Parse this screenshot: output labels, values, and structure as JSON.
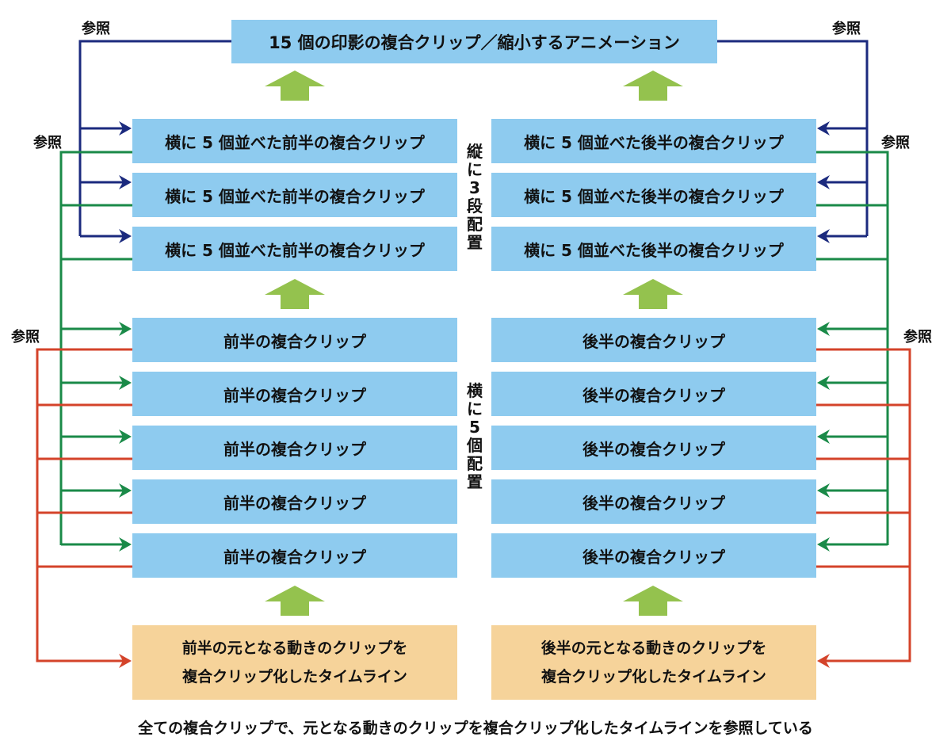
{
  "colors": {
    "box_blue": "#8ecbef",
    "box_tan": "#f6d39a",
    "up_arrow": "#94c24e",
    "line_navy": "#1b2a7e",
    "line_green": "#1a8a48",
    "line_red": "#d4432a"
  },
  "top_box": "15 個の印影の複合クリップ／縮小するアニメーション",
  "ref_label": "参照",
  "mid_left": [
    "横に 5 個並べた前半の複合クリップ",
    "横に 5 個並べた前半の複合クリップ",
    "横に 5 個並べた前半の複合クリップ"
  ],
  "mid_right": [
    "横に 5 個並べた後半の複合クリップ",
    "横に 5 個並べた後半の複合クリップ",
    "横に 5 個並べた後半の複合クリップ"
  ],
  "vertical_label_1": "縦に3段配置",
  "vertical_label_2": "横に5個配置",
  "low_left": [
    "前半の複合クリップ",
    "前半の複合クリップ",
    "前半の複合クリップ",
    "前半の複合クリップ",
    "前半の複合クリップ"
  ],
  "low_right": [
    "後半の複合クリップ",
    "後半の複合クリップ",
    "後半の複合クリップ",
    "後半の複合クリップ",
    "後半の複合クリップ"
  ],
  "base_left": [
    "前半の元となる動きのクリップを",
    "複合クリップ化したタイムライン"
  ],
  "base_right": [
    "後半の元となる動きのクリップを",
    "複合クリップ化したタイムライン"
  ],
  "caption": "全ての複合クリップで、元となる動きのクリップを複合クリップ化したタイムラインを参照している"
}
